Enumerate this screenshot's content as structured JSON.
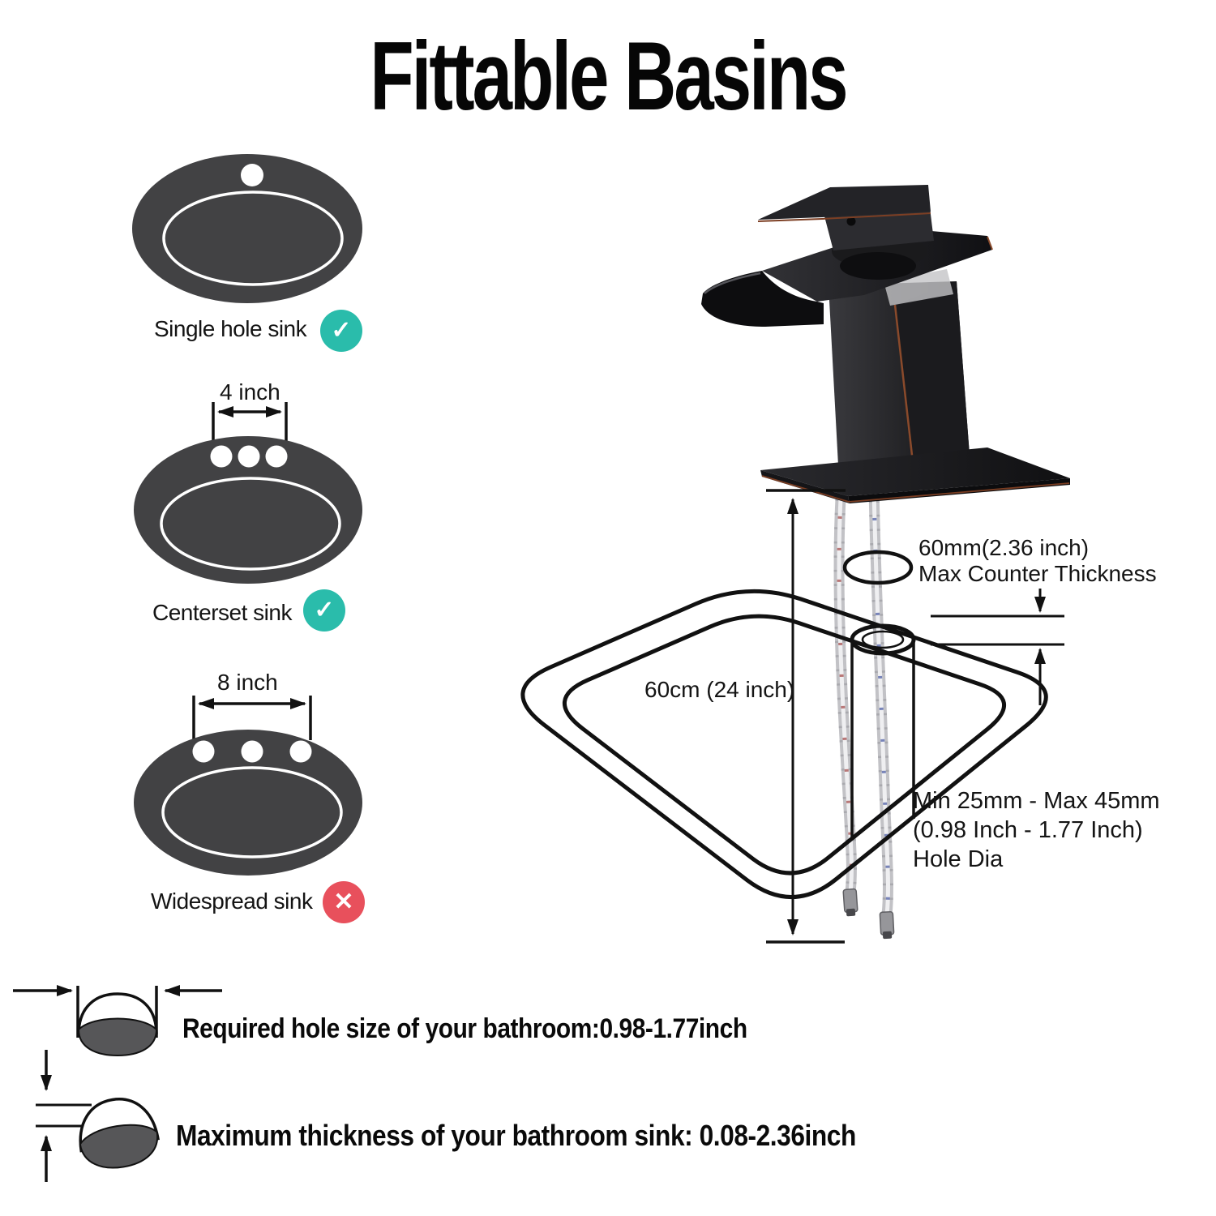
{
  "title": "Fittable Basins",
  "icons": {
    "check_glyph": "✓",
    "cross_glyph": "✕"
  },
  "colors": {
    "check_bg": "#2abcab",
    "cross_bg": "#e8505c",
    "sink_fill": "#424244",
    "line": "#111111"
  },
  "sinks": [
    {
      "label": "Single hole sink",
      "holes": 1,
      "status": "compatible",
      "dim": ""
    },
    {
      "label": "Centerset sink",
      "holes": 3,
      "status": "compatible",
      "dim": "4 inch"
    },
    {
      "label": "Widespread sink",
      "holes": 3,
      "status": "incompatible",
      "dim": "8 inch"
    }
  ],
  "diagram": {
    "counter_thickness_line1": "60mm(2.36 inch)",
    "counter_thickness_line2": "Max Counter Thickness",
    "counter_size_label": "60cm (24 inch)",
    "hole_dia_line1": "Min 25mm - Max 45mm",
    "hole_dia_line2": "(0.98 Inch - 1.77 Inch)",
    "hole_dia_line3": "Hole Dia"
  },
  "footer": {
    "hole_size_text": "Required hole size of your bathroom:0.98-1.77inch",
    "thickness_text": "Maximum thickness of your bathroom sink: 0.08-2.36inch"
  }
}
